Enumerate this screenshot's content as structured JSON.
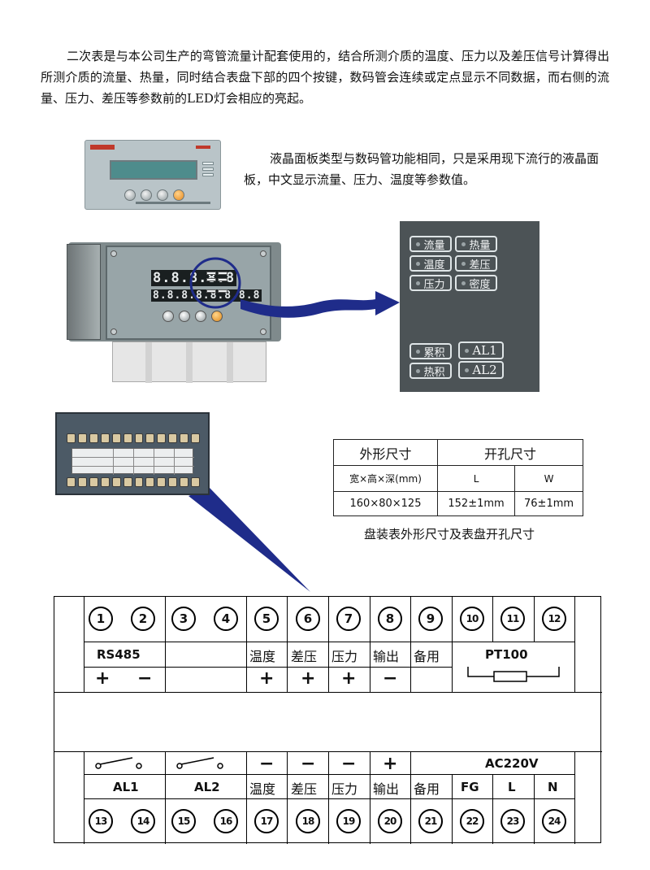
{
  "intro_text": "二次表是与本公司生产的弯管流量计配套使用的，结合所测介质的温度、压力以及差压信号计算得出所测介质的流量、热量，同时结合表盘下部的四个按键，数码管会连续或定点显示不同数据，而右侧的流量、压力、差压等参数前的LED灯会相应的亮起。",
  "lcd_text": "液晶面板类型与数码管功能相同，只是采用现下流行的液晶面板，中文显示流量、压力、温度等参数值。",
  "colors": {
    "arrow": "#1f2c8a",
    "panel": "#4c5356",
    "device": "#98a5a8",
    "accent_orange": "#e08a1c"
  },
  "device_digits": {
    "top": "8.8.8.8.8",
    "bottom": "8.8.8.8.8.8.8.8"
  },
  "panel_indicators": {
    "row1": [
      "流量",
      "热量"
    ],
    "row2": [
      "温度",
      "差压"
    ],
    "row3": [
      "压力",
      "密度"
    ],
    "row4": [
      "累积",
      "AL1"
    ],
    "row5": [
      "热积",
      "AL2"
    ]
  },
  "dimension_table": {
    "header": [
      "外形尺寸",
      "开孔尺寸"
    ],
    "subheader": [
      "宽×高×深(mm)",
      "L",
      "W"
    ],
    "values": [
      "160×80×125",
      "152±1mm",
      "76±1mm"
    ]
  },
  "dimension_caption": "盘装表外形尺寸及表盘开孔尺寸",
  "wiring": {
    "top_numbers": [
      "1",
      "2",
      "3",
      "4",
      "5",
      "6",
      "7",
      "8",
      "9",
      "10",
      "11",
      "12"
    ],
    "top_labels": {
      "rs485": "RS485",
      "temp": "温度",
      "diff": "差压",
      "press": "压力",
      "out": "输出",
      "spare": "备用",
      "pt100": "PT100"
    },
    "top_signs": [
      "+",
      "−",
      "+",
      "+",
      "+",
      "−"
    ],
    "bottom_signs": [
      "−",
      "−",
      "−",
      "+"
    ],
    "bottom_labels": {
      "al1": "AL1",
      "al2": "AL2",
      "temp": "温度",
      "diff": "差压",
      "press": "压力",
      "out": "输出",
      "spare": "备用",
      "ac": "AC220V",
      "fg": "FG",
      "l": "L",
      "n": "N"
    },
    "bottom_numbers": [
      "13",
      "14",
      "15",
      "16",
      "17",
      "18",
      "19",
      "20",
      "21",
      "22",
      "23",
      "24"
    ]
  }
}
